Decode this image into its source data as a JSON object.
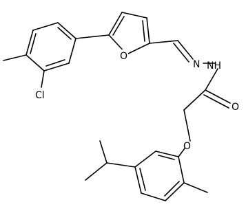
{
  "atom_labels": {
    "chlorine": "Cl",
    "furan_oxygen": "O",
    "imine_nitrogen": "N",
    "hydrazide_nh": "NH",
    "carbonyl_oxygen": "O",
    "ether_oxygen": "O"
  }
}
